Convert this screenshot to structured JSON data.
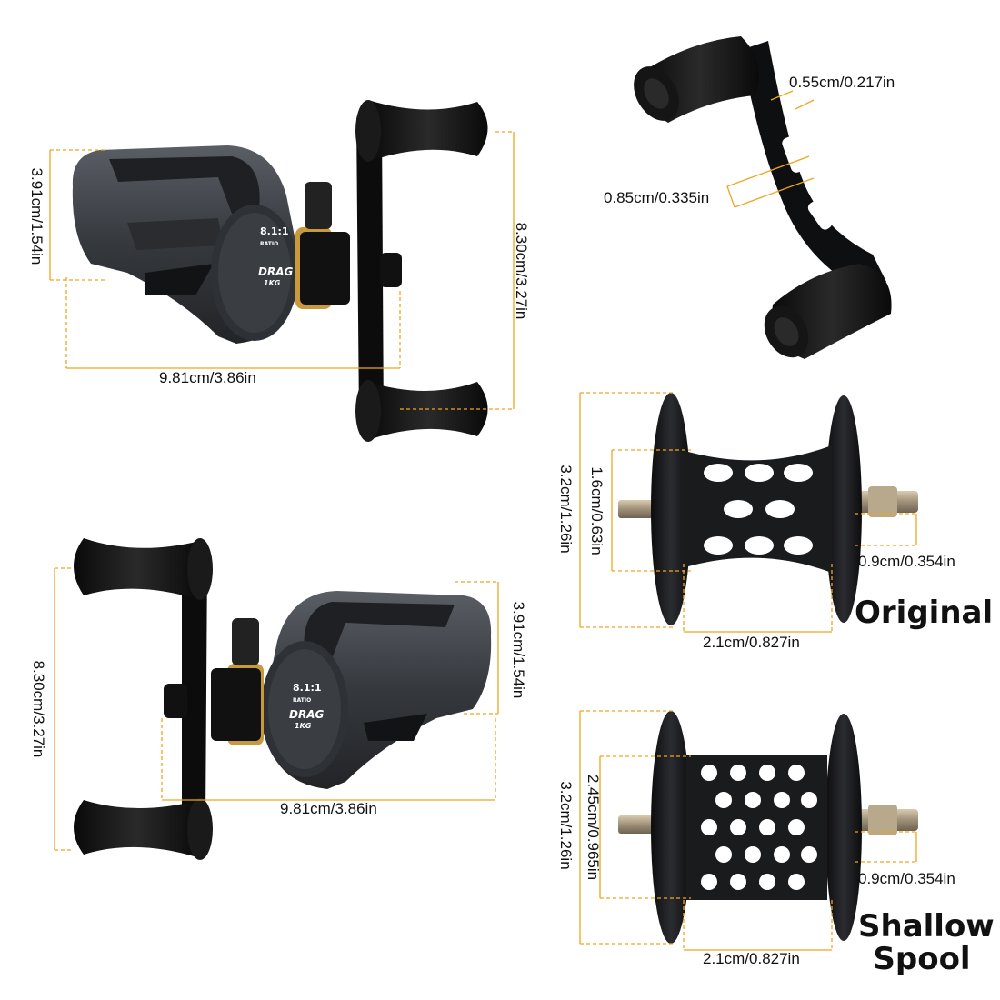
{
  "colors": {
    "dimension_line": "#f0a51e",
    "reel_body": "#3a3d42",
    "reel_dark": "#1c1d20",
    "knob": "#111111",
    "gold": "#c89a3c"
  },
  "reel_face": {
    "ratio_value": "8.1:1",
    "ratio_word": "RATIO",
    "drag_word": "DRAG",
    "drag_value": "1KG"
  },
  "reel_top": {
    "height": "3.91cm/1.54in",
    "handle_span": "8.30cm/3.27in",
    "width": "9.81cm/3.86in"
  },
  "reel_bottom": {
    "handle_span": "8.30cm/3.27in",
    "height": "3.91cm/1.54in",
    "width": "9.81cm/3.86in"
  },
  "handle": {
    "slot_width": "0.55cm/0.217in",
    "arm_width": "0.85cm/0.335in"
  },
  "spool_original": {
    "label": "Original",
    "outer_diameter": "3.2cm/1.26in",
    "core_diameter": "1.6cm/0.63in",
    "shaft": "0.9cm/0.354in",
    "width": "2.1cm/0.827in"
  },
  "spool_shallow": {
    "label_line1": "Shallow",
    "label_line2": "Spool",
    "outer_diameter": "3.2cm/1.26in",
    "core_diameter": "2.45cm/0.965in",
    "shaft": "0.9cm/0.354in",
    "width": "2.1cm/0.827in"
  }
}
